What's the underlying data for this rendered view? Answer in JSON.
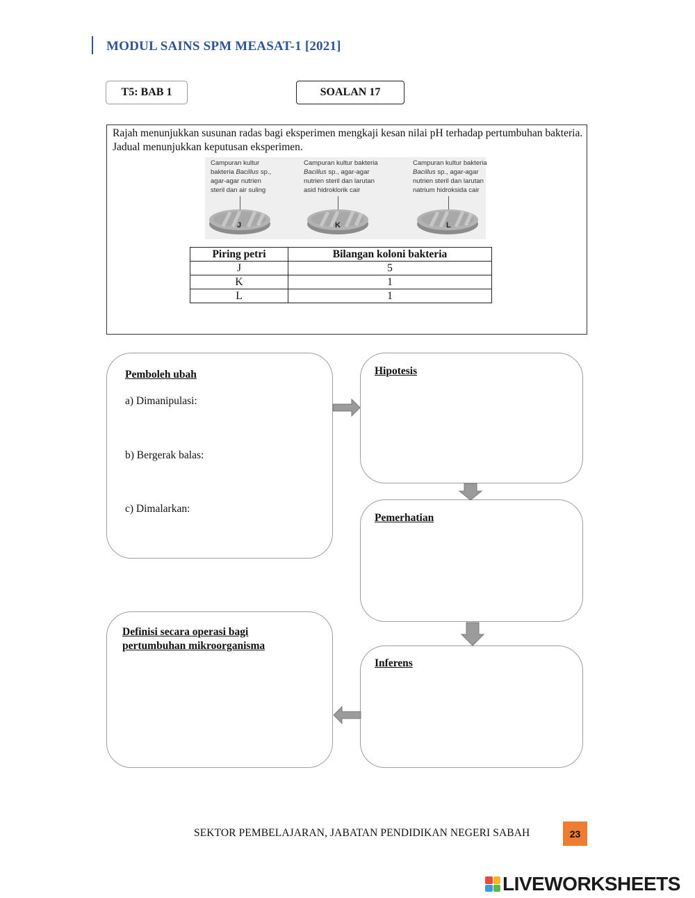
{
  "header": {
    "module_title": "MODUL SAINS SPM MEASAT-1 [2021]",
    "bab_tag": "T5: BAB 1",
    "soalan_tag": "SOALAN 17"
  },
  "question": {
    "intro": "Rajah menunjukkan susunan radas bagi eksperimen mengkaji kesan nilai pH terhadap pertumbuhan bakteria. Jadual menunjukkan keputusan eksperimen.",
    "dishes": [
      {
        "letter": "J",
        "label_1": "Campuran kultur",
        "label_2_pre": "bakteria ",
        "label_2_it": "Bacillus",
        "label_2_post": " sp.,",
        "label_3": "agar-agar nutrien",
        "label_4": "steril dan air suling"
      },
      {
        "letter": "K",
        "label_1": "Campuran kultur bakteria",
        "label_2_pre": "",
        "label_2_it": "Bacillus",
        "label_2_post": " sp., agar-agar",
        "label_3": "nutrien steril dan larutan",
        "label_4": "asid hidroklorik cair"
      },
      {
        "letter": "L",
        "label_1": "Campuran kultur bakteria",
        "label_2_pre": "",
        "label_2_it": "Bacillus",
        "label_2_post": " sp., agar-agar",
        "label_3": "nutrien steril dan larutan",
        "label_4": "natrium hidroksida cair"
      }
    ],
    "table": {
      "headers": [
        "Piring petri",
        "Bilangan koloni bakteria"
      ],
      "rows": [
        [
          "J",
          "5"
        ],
        [
          "K",
          "1"
        ],
        [
          "L",
          "1"
        ]
      ]
    }
  },
  "flow": {
    "pemboleh_ubah": {
      "heading": "Pemboleh ubah",
      "a": "a) Dimanipulasi:",
      "b": "b) Bergerak balas:",
      "c": "c) Dimalarkan:"
    },
    "hipotesis": {
      "heading": "Hipotesis"
    },
    "pemerhatian": {
      "heading": "Pemerhatian"
    },
    "inferens": {
      "heading": "Inferens"
    },
    "definisi": {
      "heading_1": "Definisi secara operasi bagi",
      "heading_2": "pertumbuhan mikroorganisma"
    }
  },
  "footer": {
    "text": "SEKTOR PEMBELAJARAN, JABATAN PENDIDIKAN NEGERI SABAH",
    "page_number": "23",
    "accent_color": "#ee7d31"
  },
  "watermark": {
    "text": "LIVEWORKSHEETS"
  },
  "colors": {
    "title_blue": "#2d5596",
    "arrow_gray": "#9b9b9b"
  }
}
